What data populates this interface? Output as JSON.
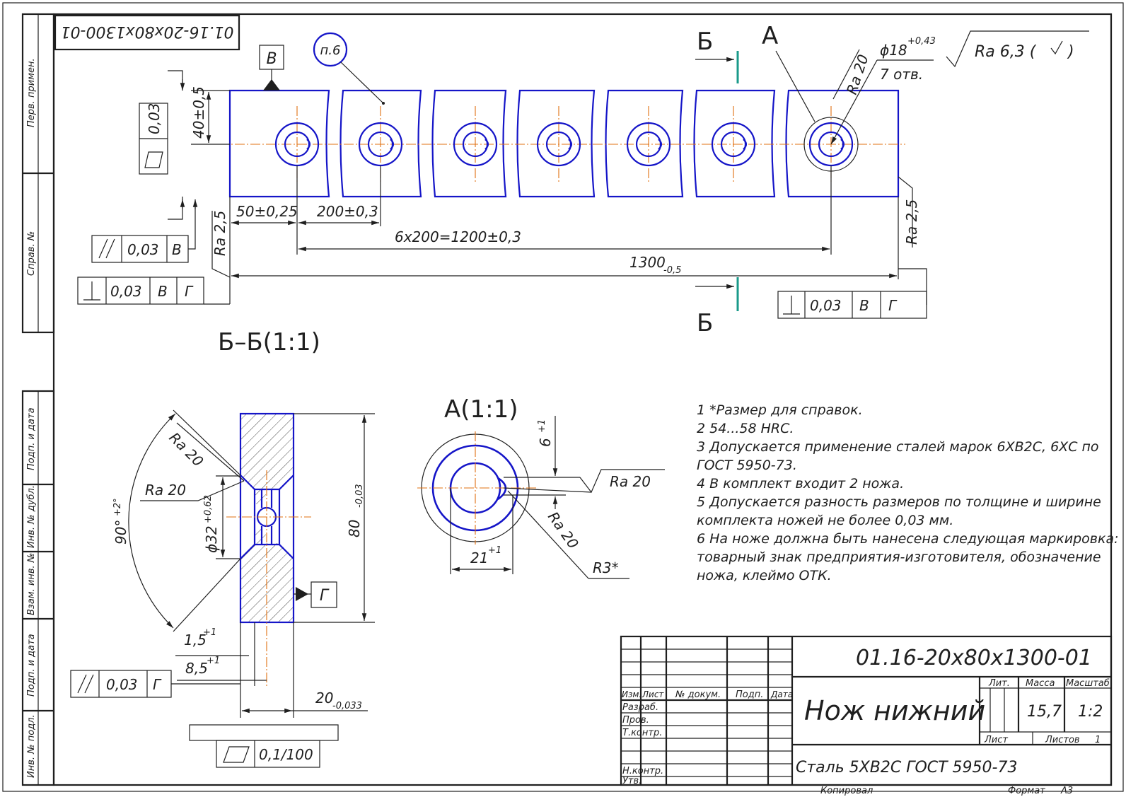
{
  "side_stamp": {
    "perv_primen": "Перв. примен.",
    "sprav_no": "Справ. №",
    "podp_data_1": "Подп. и дата",
    "inv_no_dubl": "Инв. № дубл.",
    "vzam_inv_no": "Взам. инв. №",
    "podp_data_2": "Подп. и дата",
    "inv_no_podl": "Инв. № подл."
  },
  "top_code": "01.16-20x80x1300-01",
  "datum_v": "В",
  "datum_g": "Г",
  "item_ref": "п.6",
  "section_mark": "Б",
  "view_mark": "А",
  "hole_dim": {
    "diam": "ϕ18",
    "tol": "+0,43",
    "count": "7 отв."
  },
  "roughness_general": "Ra 6,3 (",
  "tolerances": {
    "flatness": "0,03",
    "parallel_top": "0,03",
    "parallel_top_datum": "В",
    "perp_left": "0,03",
    "perp_left_d1": "В",
    "perp_left_d2": "Г",
    "perp_right": "0,03",
    "perp_right_d1": "В",
    "perp_right_d2": "Г",
    "parallel_bottom": "0,03",
    "parallel_bottom_datum": "Г",
    "flat_bottom": "0,1/100"
  },
  "dims": {
    "height": "40±0,5",
    "first": "50±0,25",
    "pitch": "200±0,3",
    "chain": "6x200=1200±0,3",
    "length": "1300",
    "length_tol": "-0,5",
    "ra_left": "Ra 2,5",
    "ra_right": "Ra 2,5",
    "ra_hole": "Ra 20",
    "width": "80",
    "width_tol": "-0,03",
    "bore": "ϕ32",
    "bore_tol": "+0,62",
    "angle": "90°",
    "angle_tol": "+2°",
    "ra_cham_1": "Ra 20",
    "ra_cham_2": "Ra 20",
    "cham": "1,5",
    "cham_tol": "+1",
    "off": "8,5",
    "off_tol": "+1",
    "thick": "20",
    "thick_tol": "-0,033",
    "key_h": "6",
    "key_h_tol": "+1",
    "ra_key": "Ra 20",
    "ra_key_2": "Ra 20",
    "key_w": "21",
    "key_w_tol": "+1",
    "key_r": "R3*"
  },
  "section_title": "Б–Б(1:1)",
  "view_title": "А(1:1)",
  "notes": [
    "1  *Размер для справок.",
    "2  54...58 HRC.",
    "3  Допускается применение сталей марок 6ХВ2С, 6ХС по",
    "ГОСТ 5950-73.",
    "4  В комплект входит 2 ножа.",
    "5  Допускается разность размеров по толщине и ширине",
    "комплекта ножей не более 0,03 мм.",
    "6  На ноже должна быть нанесена следующая маркировка:",
    "товарный  знак  предприятия-изготовителя,  обозначение",
    "ножа, клеймо ОТК."
  ],
  "title_block": {
    "code": "01.16-20x80x1300-01",
    "name": "Нож нижний",
    "material": "Сталь 5ХВ2С ГОСТ 5950-73",
    "lit": "Лит.",
    "massa": "Масса",
    "masshtab": "Масштаб",
    "mass_value": "15,7",
    "scale_value": "1:2",
    "list": "Лист",
    "listov": "Листов",
    "listov_value": "1",
    "izm": "Изм.",
    "list_col": "Лист",
    "doc_no": "№ докум.",
    "podp": "Подп.",
    "data": "Дата",
    "razrab": "Разраб.",
    "prov": "Пров.",
    "tkontr": "Т.контр.",
    "nkontr": "Н.контр.",
    "utv": "Утв."
  },
  "footer": {
    "kopiroval": "Копировал",
    "format": "Формат",
    "format_value": "A3"
  }
}
